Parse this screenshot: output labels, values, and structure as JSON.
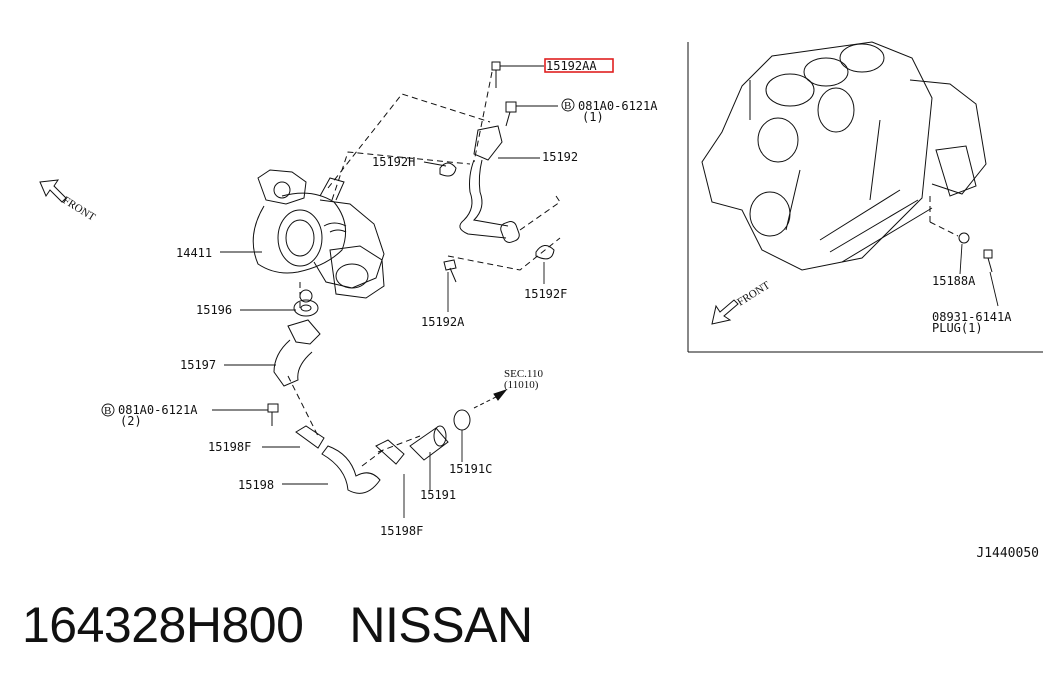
{
  "accent": {
    "highlight": "#e02020",
    "ink": "#111111"
  },
  "callouts": {
    "c15192AA": "15192AA",
    "c081a_top": "081A0-6121A",
    "c081a_top_qty": "(1)",
    "c15192H": "15192H",
    "c15192": "15192",
    "c14411": "14411",
    "c15192A": "15192A",
    "c15192F": "15192F",
    "c15196": "15196",
    "c15197": "15197",
    "c081a_bot": "081A0-6121A",
    "c081a_bot_qty": "(2)",
    "c15198F_a": "15198F",
    "c15198": "15198",
    "c15198F_b": "15198F",
    "c15191": "15191",
    "c15191C": "15191C",
    "c_sec": "SEC.110",
    "c_sec_sub": "(11010)",
    "c15188A": "15188A",
    "c08931": "08931-6141A",
    "c08931_sub": "PLUG(1)",
    "front_left": "FRONT",
    "front_right": "FRONT",
    "bolt_marker": "B"
  },
  "diagram_code": "J1440050",
  "footer": {
    "part_number": "164328H800",
    "brand": "NISSAN"
  }
}
